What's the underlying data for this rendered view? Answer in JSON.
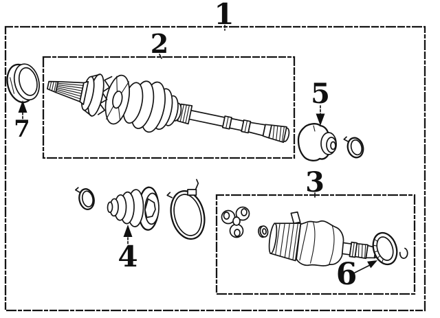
{
  "diagram": {
    "kind": "exploded-parts-diagram",
    "subject": "front-drive-axle-cv-joint",
    "background": "#ffffff",
    "ink": "#141414",
    "callouts": [
      {
        "label": "1",
        "part": "driveshaft-assembly-box"
      },
      {
        "label": "2",
        "part": "outer-cv-joint-and-shaft-kit"
      },
      {
        "label": "3",
        "part": "inner-cv-joint-kit"
      },
      {
        "label": "4",
        "part": "cv-joint-boot-kit"
      },
      {
        "label": "5",
        "part": "dynamic-damper"
      },
      {
        "label": "6",
        "part": "snap-ring"
      },
      {
        "label": "7",
        "part": "grease-seal-ring"
      }
    ]
  }
}
